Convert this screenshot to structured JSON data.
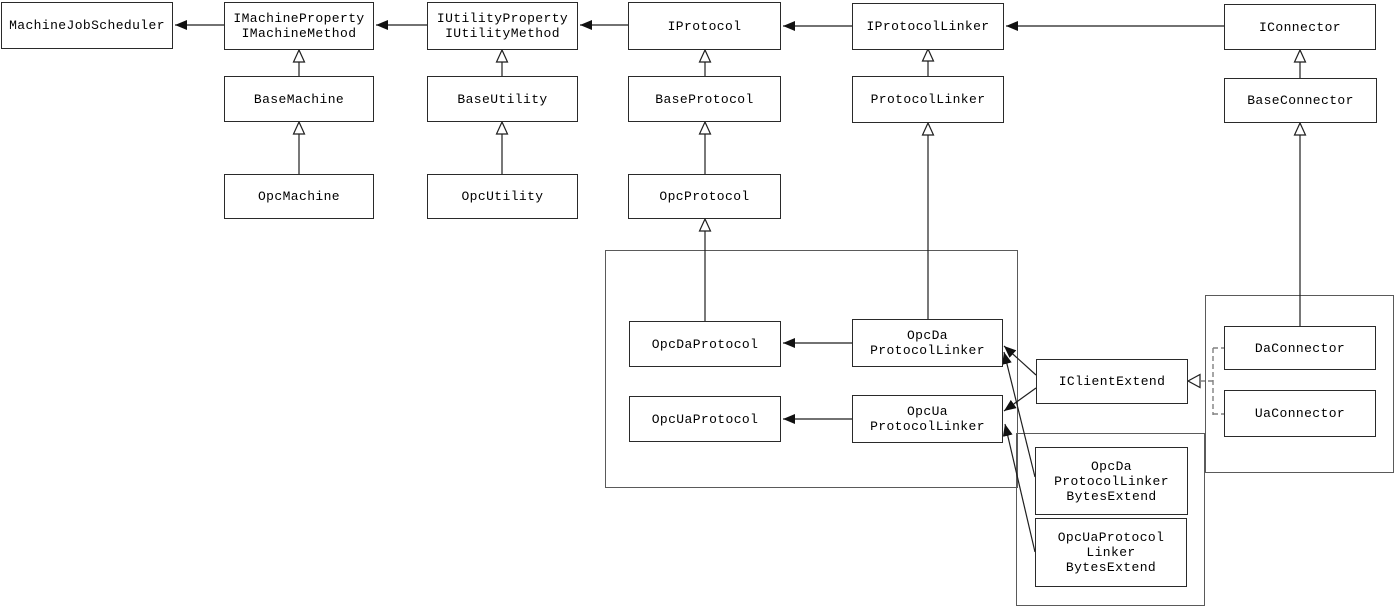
{
  "diagram": {
    "title": "OPC class inheritance diagram",
    "colors": {
      "background": "#ffffff",
      "line": "#1f1f1f",
      "group_border": "#5a5a5a",
      "dashed_line": "#808080"
    },
    "nodes": {
      "machineJobScheduler": {
        "label": "MachineJobScheduler"
      },
      "iMachine": {
        "lines": [
          "IMachineProperty",
          "IMachineMethod"
        ]
      },
      "baseMachine": {
        "label": "BaseMachine"
      },
      "opcMachine": {
        "label": "OpcMachine"
      },
      "iUtility": {
        "lines": [
          "IUtilityProperty",
          "IUtilityMethod"
        ]
      },
      "baseUtility": {
        "label": "BaseUtility"
      },
      "opcUtility": {
        "label": "OpcUtility"
      },
      "iProtocol": {
        "label": "IProtocol"
      },
      "baseProtocol": {
        "label": "BaseProtocol"
      },
      "opcProtocol": {
        "label": "OpcProtocol"
      },
      "iProtocolLinker": {
        "label": "IProtocolLinker"
      },
      "protocolLinker": {
        "label": "ProtocolLinker"
      },
      "iConnector": {
        "label": "IConnector"
      },
      "baseConnector": {
        "label": "BaseConnector"
      },
      "opcDaProtocol": {
        "label": "OpcDaProtocol"
      },
      "opcUaProtocol": {
        "label": "OpcUaProtocol"
      },
      "opcDaProtocolLinker": {
        "lines": [
          "OpcDa",
          "ProtocolLinker"
        ]
      },
      "opcUaProtocolLinker": {
        "lines": [
          "OpcUa",
          "ProtocolLinker"
        ]
      },
      "iClientExtend": {
        "label": "IClientExtend"
      },
      "opcDaProtocolLinkerBytesExtend": {
        "lines": [
          "OpcDa",
          "ProtocolLinker",
          "BytesExtend"
        ]
      },
      "opcUaProtocolLinkerBytesExtend": {
        "lines": [
          "OpcUaProtocol",
          "Linker",
          "BytesExtend"
        ]
      },
      "daConnector": {
        "label": "DaConnector"
      },
      "uaConnector": {
        "label": "UaConnector"
      }
    },
    "edges": [
      {
        "from": "IMachineProperty/IMachineMethod",
        "to": "MachineJobScheduler",
        "type": "directed-association"
      },
      {
        "from": "IUtilityProperty/IUtilityMethod",
        "to": "IMachineProperty/IMachineMethod",
        "type": "directed-association"
      },
      {
        "from": "IProtocol",
        "to": "IUtilityProperty/IUtilityMethod",
        "type": "directed-association"
      },
      {
        "from": "IProtocolLinker",
        "to": "IProtocol",
        "type": "directed-association"
      },
      {
        "from": "IConnector",
        "to": "IProtocolLinker",
        "type": "directed-association"
      },
      {
        "from": "BaseMachine",
        "to": "IMachineProperty/IMachineMethod",
        "type": "generalization"
      },
      {
        "from": "OpcMachine",
        "to": "BaseMachine",
        "type": "generalization"
      },
      {
        "from": "BaseUtility",
        "to": "IUtilityProperty/IUtilityMethod",
        "type": "generalization"
      },
      {
        "from": "OpcUtility",
        "to": "BaseUtility",
        "type": "generalization"
      },
      {
        "from": "BaseProtocol",
        "to": "IProtocol",
        "type": "generalization"
      },
      {
        "from": "OpcProtocol",
        "to": "BaseProtocol",
        "type": "generalization"
      },
      {
        "from": "OpcDaProtocol",
        "to": "OpcProtocol",
        "type": "generalization"
      },
      {
        "from": "ProtocolLinker",
        "to": "IProtocolLinker",
        "type": "generalization"
      },
      {
        "from": "OpcDaProtocolLinker",
        "to": "ProtocolLinker",
        "type": "generalization"
      },
      {
        "from": "BaseConnector",
        "to": "IConnector",
        "type": "generalization"
      },
      {
        "from": "DaConnector",
        "to": "BaseConnector",
        "type": "generalization"
      },
      {
        "from": "OpcDaProtocolLinker",
        "to": "OpcDaProtocol",
        "type": "directed-association"
      },
      {
        "from": "OpcUaProtocolLinker",
        "to": "OpcUaProtocol",
        "type": "directed-association"
      },
      {
        "from": "IClientExtend",
        "to": "OpcDaProtocolLinker",
        "type": "directed-association"
      },
      {
        "from": "IClientExtend",
        "to": "OpcUaProtocolLinker",
        "type": "directed-association"
      },
      {
        "from": "OpcDaProtocolLinkerBytesExtend",
        "to": "OpcDaProtocolLinker",
        "type": "directed-association"
      },
      {
        "from": "OpcUaProtocolLinkerBytesExtend",
        "to": "OpcUaProtocolLinker",
        "type": "directed-association"
      },
      {
        "from": "DaConnector",
        "to": "IClientExtend",
        "type": "realization"
      },
      {
        "from": "UaConnector",
        "to": "IClientExtend",
        "type": "realization"
      }
    ]
  }
}
